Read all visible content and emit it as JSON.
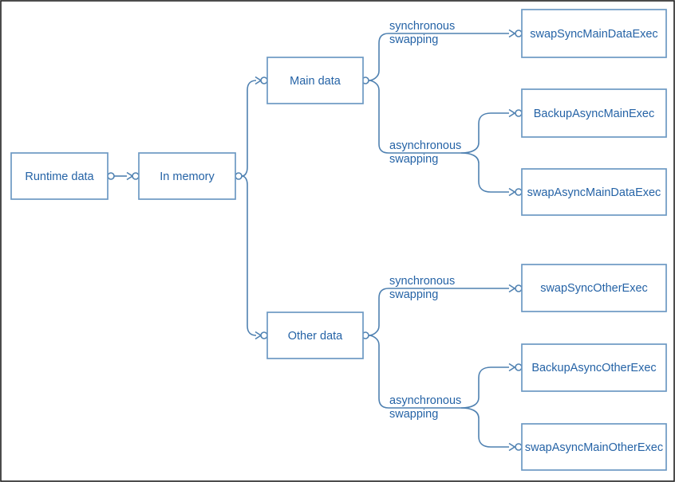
{
  "diagram": {
    "nodes": {
      "runtime": {
        "label": "Runtime data"
      },
      "in_memory": {
        "label": "In memory"
      },
      "main_data": {
        "label": "Main data"
      },
      "other_data": {
        "label": "Other data"
      },
      "swap_sync_main": {
        "label": "swapSyncMainDataExec"
      },
      "backup_async_main": {
        "label": "BackupAsyncMainExec"
      },
      "swap_async_main": {
        "label": "swapAsyncMainDataExec"
      },
      "swap_sync_other": {
        "label": "swapSyncOtherExec"
      },
      "backup_async_other": {
        "label": "BackupAsyncOtherExec"
      },
      "swap_async_other": {
        "label": "swapAsyncMainOtherExec"
      }
    },
    "edge_labels": {
      "sync_main": {
        "line1": "synchronous",
        "line2": "swapping"
      },
      "async_main": {
        "line1": "asynchronous",
        "line2": "swapping"
      },
      "sync_other": {
        "line1": "synchronous",
        "line2": "swapping"
      },
      "async_other": {
        "line1": "asynchronous",
        "line2": "swapping"
      }
    },
    "colors": {
      "connector": "#4f81b1",
      "box_border": "#6d99c4",
      "text": "#2563a6",
      "frame": "#1f1f1f",
      "background": "#ffffff"
    }
  }
}
